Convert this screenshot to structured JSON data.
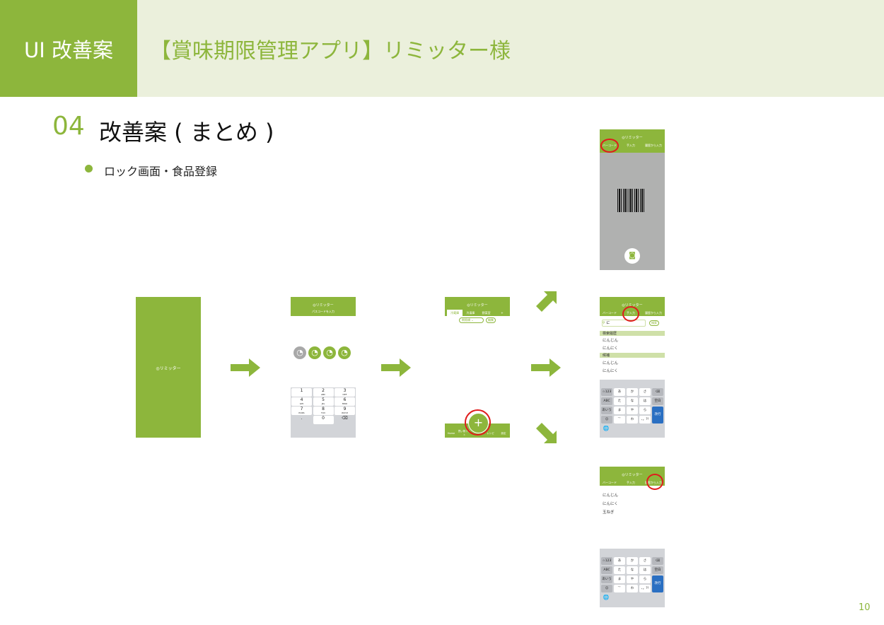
{
  "header": {
    "badge": "UI 改善案",
    "title": "【賞味期限管理アプリ】リミッター様"
  },
  "section": {
    "number": "04",
    "title": "改善案 ( まとめ )"
  },
  "bullet": "ロック画面・食品登録",
  "app_name": "◎リミッター",
  "lock": {
    "subtitle": "パスコードを入力",
    "keypad": [
      [
        "1",
        ""
      ],
      [
        "2",
        "ABC"
      ],
      [
        "3",
        "DEF"
      ],
      [
        "4",
        "GHI"
      ],
      [
        "5",
        "JKL"
      ],
      [
        "6",
        "MNO"
      ],
      [
        "7",
        "PQRS"
      ],
      [
        "8",
        "TUV"
      ],
      [
        "9",
        "WXYZ"
      ],
      [
        ".",
        ""
      ],
      [
        "0",
        ""
      ],
      [
        "⌫",
        ""
      ]
    ]
  },
  "home": {
    "tabs": [
      "冷蔵庫",
      "冷凍庫",
      "野菜室",
      "+"
    ],
    "filters": [
      "期限順",
      "編集"
    ],
    "nav": [
      "Home",
      "買い物リスト",
      "",
      "レシピ",
      "設定"
    ],
    "plus": "+"
  },
  "register": {
    "tabs": [
      "バーコード",
      "手入力",
      "履歴から入力"
    ],
    "search_value": "に",
    "search_btn": "検索",
    "history_header": "検索履歴",
    "history": [
      "にんじん",
      "にんにく"
    ],
    "candidates_header": "候補",
    "candidates": [
      "にんじん",
      "にんにく"
    ],
    "history_list": [
      "にんじん",
      "にんにく",
      "玉ねぎ"
    ]
  },
  "keyboard": [
    [
      "☆123",
      "あ",
      "か",
      "さ",
      "⌫"
    ],
    [
      "ABC",
      "た",
      "な",
      "は",
      "空白"
    ],
    [
      "あいう",
      "ま",
      "や",
      "ら",
      "改行"
    ],
    [
      "☺",
      "ﾞﾟ",
      "わ",
      "、。?!",
      ""
    ]
  ],
  "globe": "🌐",
  "page_number": "10"
}
